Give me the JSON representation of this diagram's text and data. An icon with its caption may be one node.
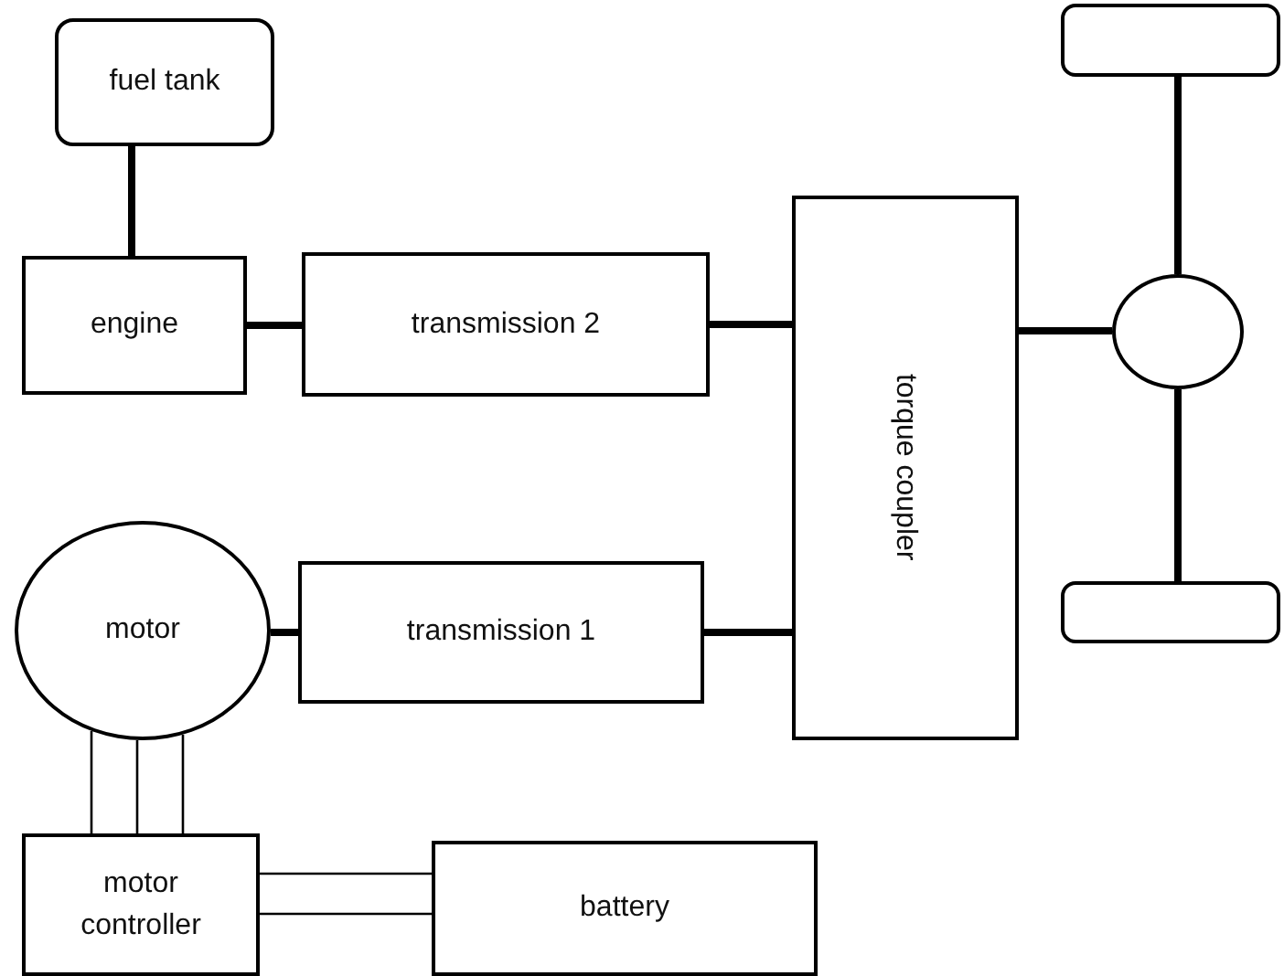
{
  "diagram": {
    "nodes": [
      {
        "text": [
          "fuel tank"
        ]
      },
      {
        "text": [
          "engine"
        ]
      },
      {
        "text": [
          "transmission 2"
        ]
      },
      {
        "text": [
          "torque coupler"
        ]
      },
      {
        "text": [],
        "shape": "circle"
      },
      {
        "text": [],
        "shape": "box"
      },
      {
        "text": [],
        "shape": "box"
      },
      {
        "text": [
          "motor"
        ]
      },
      {
        "text": [
          "transmission 1"
        ]
      },
      {
        "text": [
          "motor controller"
        ]
      },
      {
        "text": [
          "battery"
        ]
      }
    ],
    "edges": [
      {
        "from": 0,
        "to": 1,
        "arrow": "none"
      },
      {
        "from": 1,
        "to": 2,
        "arrow": "none"
      },
      {
        "from": 2,
        "to": 3,
        "arrow": "none"
      },
      {
        "from": 3,
        "to": 4,
        "arrow": "none"
      },
      {
        "from": 4,
        "to": 5,
        "arrow": "none"
      },
      {
        "from": 4,
        "to": 6,
        "arrow": "none"
      },
      {
        "from": 7,
        "to": 8,
        "arrow": "none"
      },
      {
        "from": 8,
        "to": 3,
        "arrow": "none"
      },
      {
        "from": 7,
        "to": 9,
        "arrow": "none"
      },
      {
        "from": 9,
        "to": 10,
        "arrow": "none"
      }
    ]
  }
}
